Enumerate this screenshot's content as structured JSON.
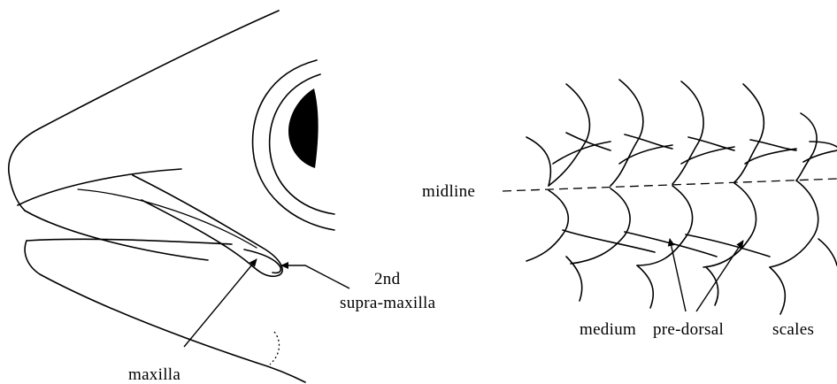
{
  "labels": {
    "maxilla": "maxilla",
    "supra_maxilla_line1": "2nd",
    "supra_maxilla_line2": "supra-maxilla",
    "midline": "midline",
    "scales_word1": "medium",
    "scales_word2": "pre-dorsal",
    "scales_word3": "scales"
  }
}
